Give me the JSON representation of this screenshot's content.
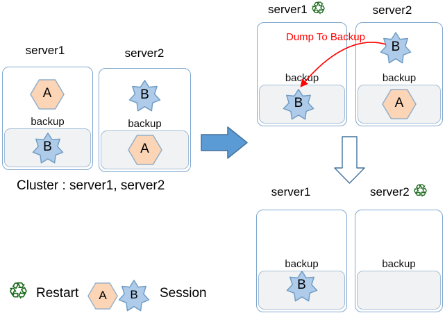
{
  "sessions": {
    "a": "A",
    "b": "B"
  },
  "icons": {
    "restart": "♲"
  },
  "colors": {
    "box_border": "#7FA7CF",
    "backup_fill": "#F1F2F3",
    "backup_border": "#A4BDD6",
    "hex_fill": "#FBD5B5",
    "hex_border": "#94AFC9",
    "star_fill": "#AECBE9",
    "star_border": "#6D9BC4",
    "arrow_fill": "#5B9BD5",
    "arrow_border": "#41719C",
    "annotation_red": "#FF0000",
    "restart_green": "#1E6B1F"
  },
  "before": {
    "server1": {
      "title": "server1",
      "backup_label": "backup"
    },
    "server2": {
      "title": "server2",
      "backup_label": "backup"
    },
    "caption": "Cluster : server1, server2"
  },
  "during": {
    "server1": {
      "title": "server1",
      "backup_label": "backup"
    },
    "server2": {
      "title": "server2",
      "backup_label": "backup"
    },
    "annotation": "Dump To Backup"
  },
  "after": {
    "server1": {
      "title": "server1",
      "backup_label": "backup"
    },
    "server2": {
      "title": "server2",
      "backup_label": "backup"
    }
  },
  "legend": {
    "restart_label": "Restart",
    "session_label": "Session"
  }
}
